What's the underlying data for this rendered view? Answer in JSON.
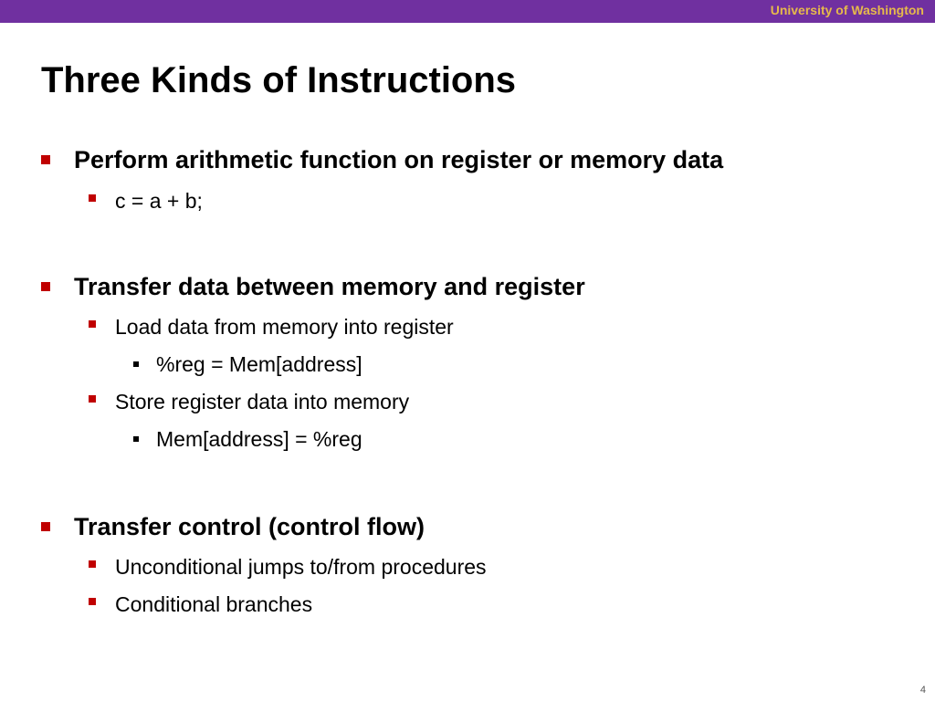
{
  "header": {
    "institution": "University of Washington"
  },
  "slide": {
    "title": "Three Kinds of Instructions",
    "page_number": "4",
    "sections": [
      {
        "heading": "Perform arithmetic function on register or memory data",
        "items": [
          {
            "text": "c = a + b;"
          }
        ]
      },
      {
        "heading": "Transfer data between memory and register",
        "items": [
          {
            "text": "Load data from memory into register",
            "sub": "%reg = Mem[address]"
          },
          {
            "text": "Store register data into memory",
            "sub": "Mem[address] = %reg"
          }
        ]
      },
      {
        "heading": "Transfer control (control flow)",
        "items": [
          {
            "text": "Unconditional jumps to/from procedures"
          },
          {
            "text": "Conditional branches"
          }
        ]
      }
    ]
  },
  "colors": {
    "header_bar": "#7030a0",
    "header_text": "#e6b94b",
    "bullet": "#c00000"
  }
}
